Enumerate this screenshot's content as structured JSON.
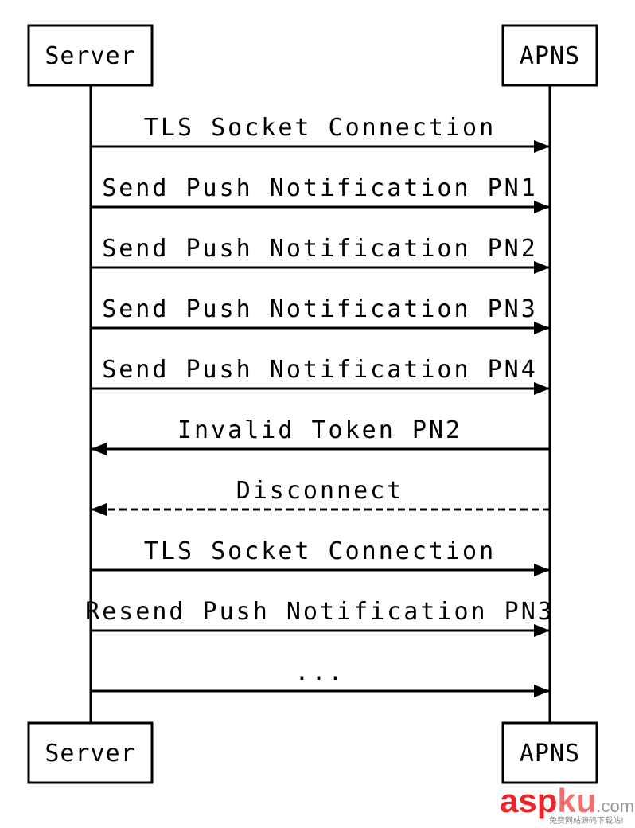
{
  "participants": {
    "left": {
      "name": "Server"
    },
    "right": {
      "name": "APNS"
    }
  },
  "messages": [
    {
      "label": "TLS Socket Connection",
      "direction": "right",
      "style": "solid"
    },
    {
      "label": "Send Push Notification PN1",
      "direction": "right",
      "style": "solid"
    },
    {
      "label": "Send Push Notification PN2",
      "direction": "right",
      "style": "solid"
    },
    {
      "label": "Send Push Notification PN3",
      "direction": "right",
      "style": "solid"
    },
    {
      "label": "Send Push Notification PN4",
      "direction": "right",
      "style": "solid"
    },
    {
      "label": "Invalid Token PN2",
      "direction": "left",
      "style": "solid"
    },
    {
      "label": "Disconnect",
      "direction": "left",
      "style": "dashed"
    },
    {
      "label": "TLS Socket Connection",
      "direction": "right",
      "style": "solid"
    },
    {
      "label": "Resend Push Notification PN3",
      "direction": "right",
      "style": "solid"
    },
    {
      "label": "...",
      "direction": "right",
      "style": "solid"
    }
  ],
  "watermark": {
    "asp": "asp",
    "ku": "ku",
    "dotcom": ".com",
    "subtitle": "免费网站源码下载站!",
    "colors": {
      "asp": "#e8252b",
      "ku": "#f07070",
      "dotcom": "#999999"
    }
  }
}
